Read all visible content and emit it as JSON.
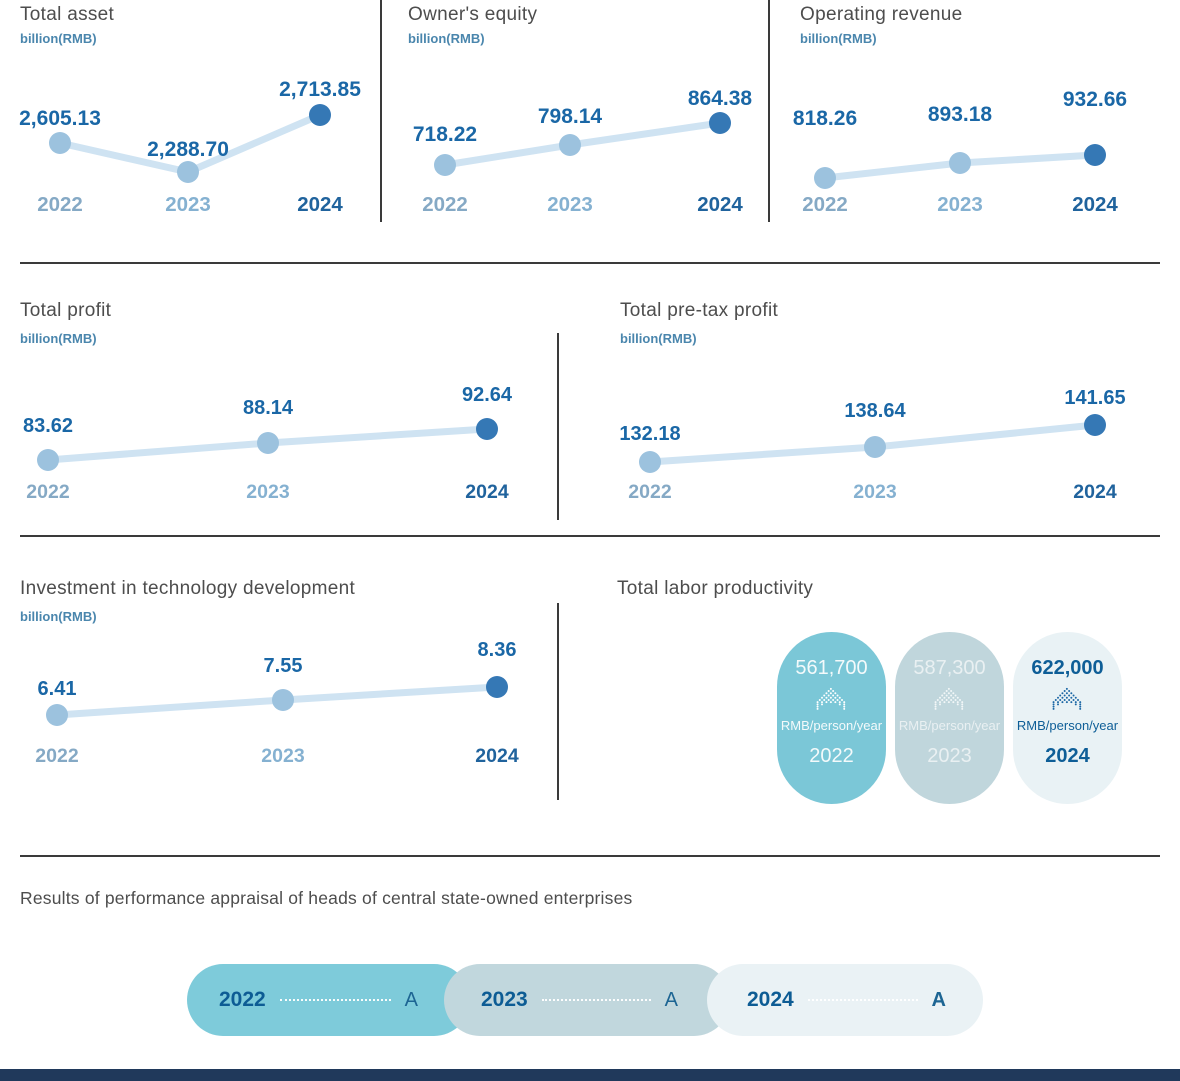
{
  "colors": {
    "title_gray": "#4d4d4d",
    "unit_blue": "#4a86ad",
    "value_blue": "#1a67a6",
    "year_light": "#85a9c5",
    "year_light2": "#85b1d1",
    "year_dark": "#20639d",
    "line": "#cfe3f2",
    "dot_light": "#9cc2de",
    "dot_dark": "#3578b5",
    "pill_teal": "#7bc7d7",
    "pill_gray": "#c0d6dc",
    "pill_light": "#e9f2f5",
    "pill_text_dark": "#0e5e97",
    "footer_navy": "#20395b"
  },
  "chart_data": [
    {
      "type": "line",
      "title": "Total asset",
      "unit": "billion(RMB)",
      "categories": [
        "2022",
        "2023",
        "2024"
      ],
      "values": [
        2605.13,
        2288.7,
        2713.85
      ],
      "value_labels": [
        "2,605.13",
        "2,288.70",
        "2,713.85"
      ]
    },
    {
      "type": "line",
      "title": "Owner's equity",
      "unit": "billion(RMB)",
      "categories": [
        "2022",
        "2023",
        "2024"
      ],
      "values": [
        718.22,
        798.14,
        864.38
      ],
      "value_labels": [
        "718.22",
        "798.14",
        "864.38"
      ]
    },
    {
      "type": "line",
      "title": "Operating revenue",
      "unit": "billion(RMB)",
      "categories": [
        "2022",
        "2023",
        "2024"
      ],
      "values": [
        818.26,
        893.18,
        932.66
      ],
      "value_labels": [
        "818.26",
        "893.18",
        "932.66"
      ]
    },
    {
      "type": "line",
      "title": "Total profit",
      "unit": "billion(RMB)",
      "categories": [
        "2022",
        "2023",
        "2024"
      ],
      "values": [
        83.62,
        88.14,
        92.64
      ],
      "value_labels": [
        "83.62",
        "88.14",
        "92.64"
      ]
    },
    {
      "type": "line",
      "title": "Total pre-tax profit",
      "unit": "billion(RMB)",
      "categories": [
        "2022",
        "2023",
        "2024"
      ],
      "values": [
        132.18,
        138.64,
        141.65
      ],
      "value_labels": [
        "132.18",
        "138.64",
        "141.65"
      ]
    },
    {
      "type": "line",
      "title": "Investment in technology development",
      "unit": "billion(RMB)",
      "categories": [
        "2022",
        "2023",
        "2024"
      ],
      "values": [
        6.41,
        7.55,
        8.36
      ],
      "value_labels": [
        "6.41",
        "7.55",
        "8.36"
      ]
    },
    {
      "type": "pictogram",
      "title": "Total labor productivity",
      "unit": "RMB/person/year",
      "categories": [
        "2022",
        "2023",
        "2024"
      ],
      "values": [
        561700,
        587300,
        622000
      ],
      "value_labels": [
        "561,700",
        "587,300",
        "622,000"
      ]
    },
    {
      "type": "table",
      "title": "Results of performance appraisal of heads of central state-owned enterprises",
      "categories": [
        "2022",
        "2023",
        "2024"
      ],
      "values": [
        "A",
        "A",
        "A"
      ]
    }
  ]
}
